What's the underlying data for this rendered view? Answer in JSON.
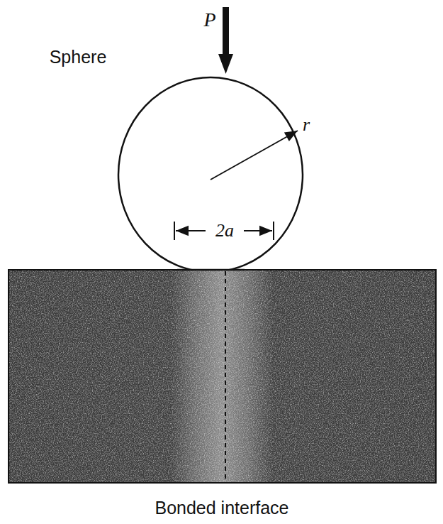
{
  "diagram": {
    "labels": [
      "P",
      "Sphere",
      "r",
      "2a",
      "Bonded interface"
    ]
  }
}
